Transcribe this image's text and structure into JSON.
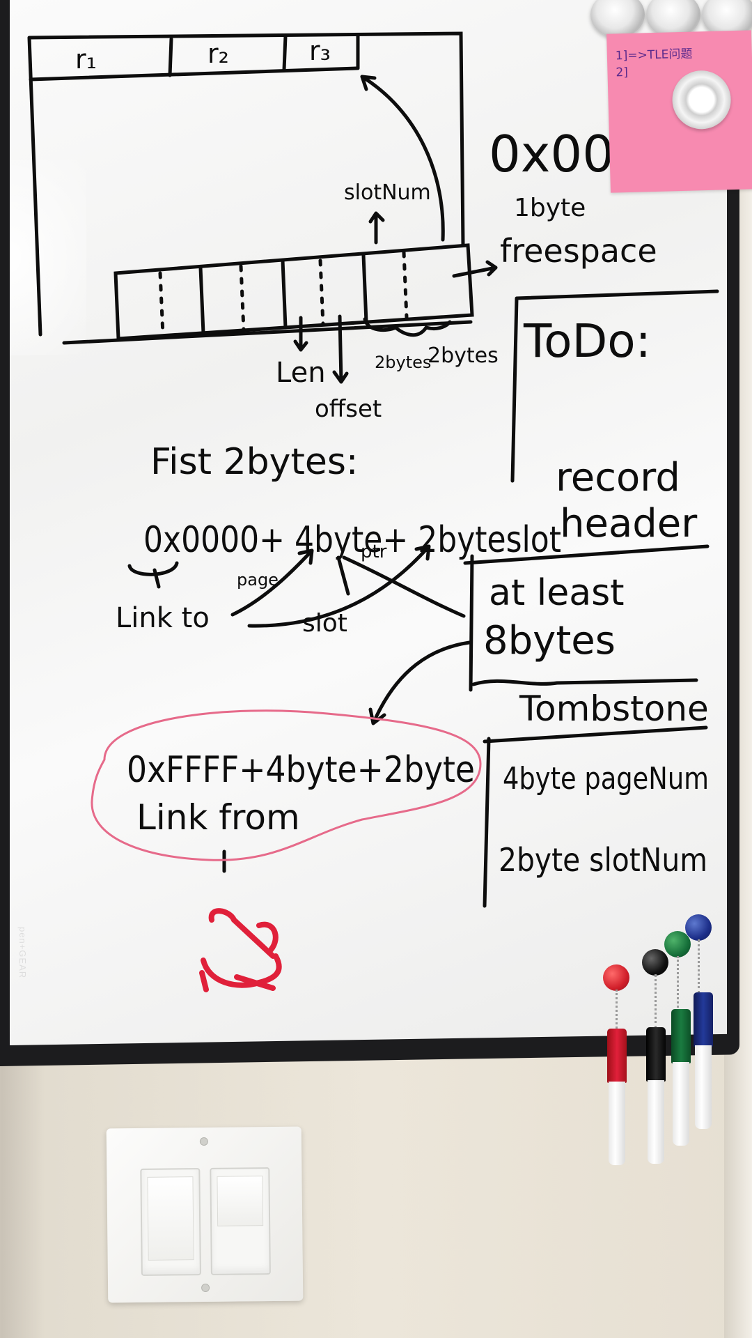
{
  "whiteboard": {
    "brand": "pen+GEAR",
    "page_layout": {
      "records": [
        "r₁",
        "r₂",
        "r₃"
      ],
      "slot_label": "slotNum",
      "freespace_label": "freespace",
      "len_label": "Len",
      "offset_label": "offset",
      "bytes_left": "2bytes",
      "bytes_right": "2bytes"
    },
    "hex_header": {
      "value": "0x00",
      "size": "1byte"
    },
    "first_bytes": {
      "heading": "Fist 2bytes:",
      "formula": "0x0000+ 4byte+ 2byteslot",
      "page_note": "page",
      "ptr_note": "ptr",
      "link_to": "Link to",
      "slot_note": "slot"
    },
    "tombstone_formula": {
      "formula": "0xFFFF+4byte+2byte",
      "link_from": "Link from"
    },
    "todo": {
      "title": "ToDo:",
      "record_header": [
        "record",
        "header"
      ],
      "at_least": [
        "at least",
        "8bytes"
      ],
      "tombstone": "Tombstone",
      "fields": [
        "4byte pageNum",
        "2byte slotNum"
      ]
    },
    "sticky_note": {
      "lines": [
        "1]=>TLE问题",
        "2]"
      ]
    },
    "colors": {
      "ink": "#0d0d0d",
      "red_marker": "#e0203a",
      "circle": "#e66a8a",
      "sticky": "#f78ab0"
    }
  }
}
